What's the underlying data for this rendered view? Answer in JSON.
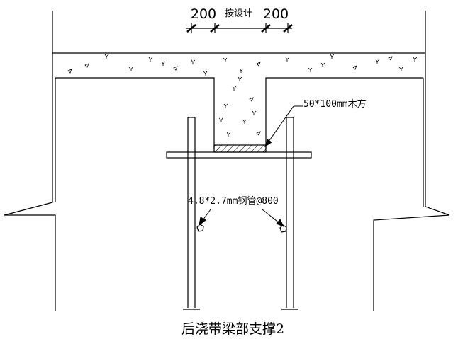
{
  "dimensions": {
    "left_value": "200",
    "middle_text": "按设计",
    "right_value": "200"
  },
  "labels": {
    "timber": "50*100mm木方",
    "steel_pipe": "4.8*2.7mm钢管@800"
  },
  "caption": "后浇带梁部支撑2"
}
